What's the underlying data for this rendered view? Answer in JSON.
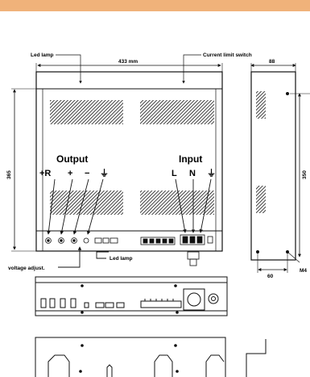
{
  "colors": {
    "accent_bar": "#f0b27a",
    "line": "#111111"
  },
  "labels": {
    "led_lamp_top": "Led lamp",
    "current_limit_switch": "Current limit switch",
    "width_dim": "433 mm",
    "side_depth_dim": "88",
    "height_dim": "365",
    "side_height_dim": "350",
    "output": "Output",
    "input": "Input",
    "out_r": "+R",
    "out_plus": "+",
    "out_minus": "−",
    "out_ground": "⏚",
    "in_l": "L",
    "in_n": "N",
    "in_ground": "⏚",
    "voltage_adjust": "voltage adjust.",
    "led_lamp_bottom": "Led lamp",
    "side_bottom_dim": "60",
    "mount_label": "M4"
  }
}
